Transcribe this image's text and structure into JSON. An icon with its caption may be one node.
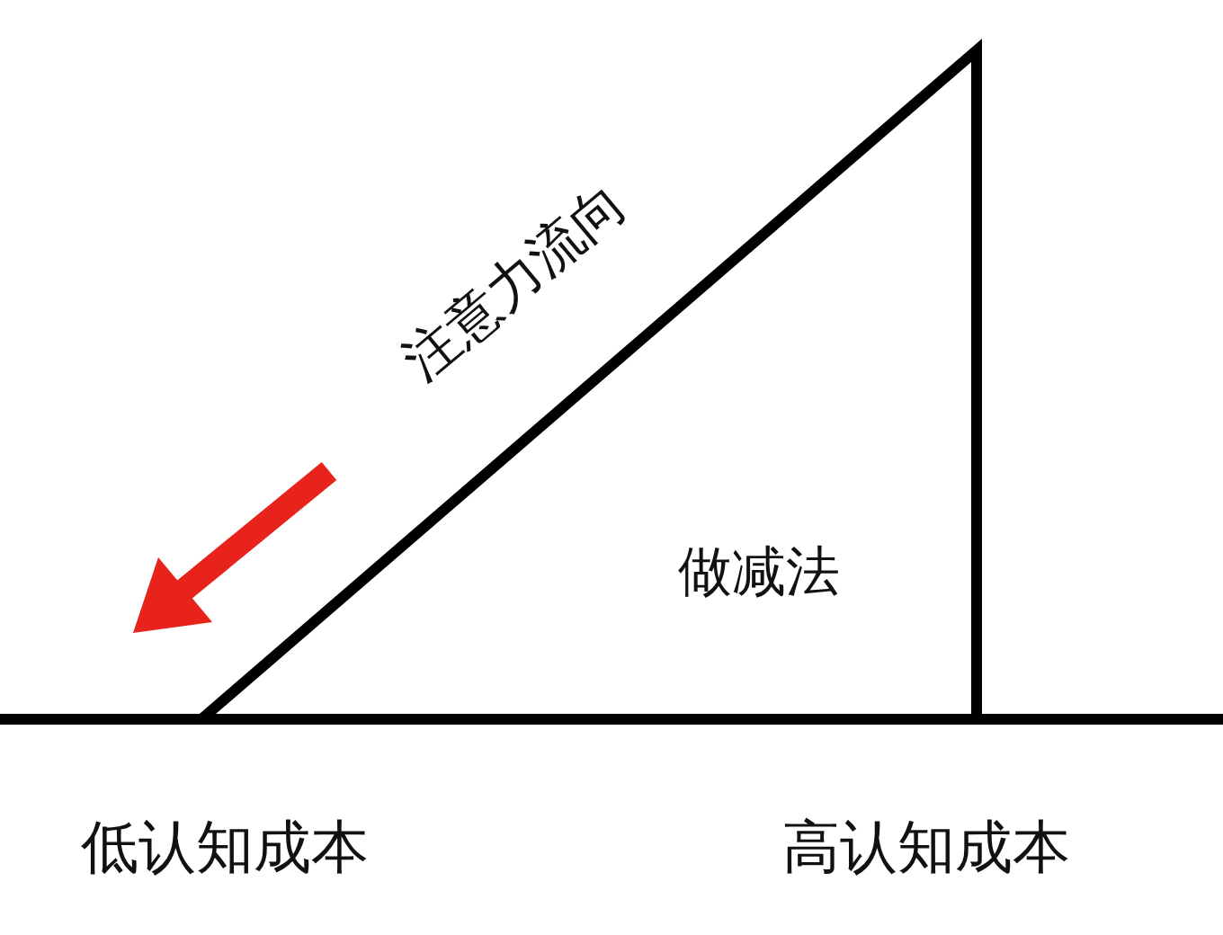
{
  "diagram": {
    "nodes": [
      {
        "text": [
          "做减法"
        ]
      }
    ],
    "edges": [],
    "labels": [
      "注意力流向",
      "低认知成本",
      "高认知成本"
    ]
  }
}
